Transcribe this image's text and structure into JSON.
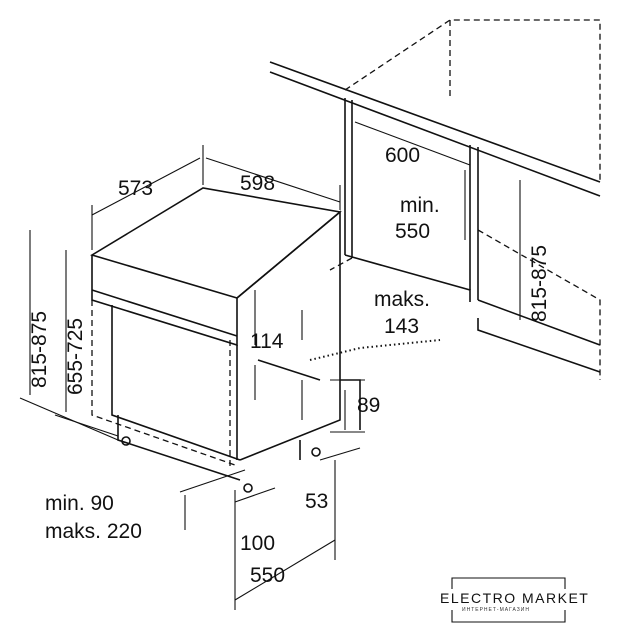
{
  "dimensions": {
    "depth_573": "573",
    "width_598": "598",
    "niche_width_600": "600",
    "niche_depth_min_label": "min.",
    "niche_depth_min_value": "550",
    "niche_height_right": "815-875",
    "maks_label": "maks.",
    "maks_value": "143",
    "panel_gap_114": "114",
    "plinth_89": "89",
    "height_left": "815-875",
    "height_inner_left": "655-725",
    "plinth_min": "min. 90",
    "plinth_max": "maks. 220",
    "side_53": "53",
    "foot_100": "100",
    "depth_550": "550"
  },
  "logo": {
    "name": "ELECTRO MARKET",
    "subtitle": "ИНТЕРНЕТ-МАГАЗИН"
  }
}
